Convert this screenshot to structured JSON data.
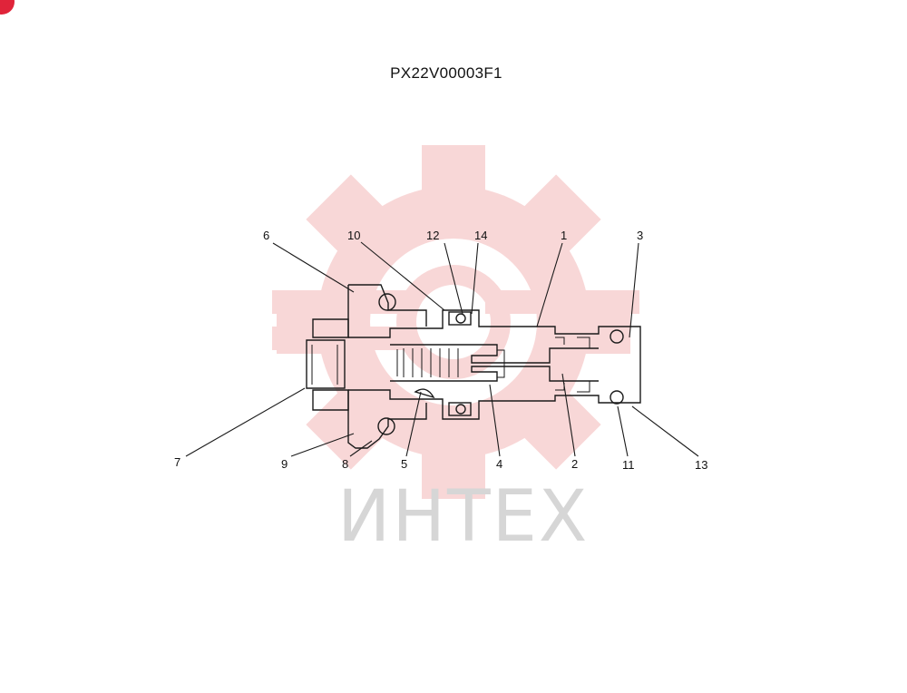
{
  "drawing": {
    "code": "PX22V00003F1",
    "watermark_text": "ИНТЕХ",
    "watermark_color": "#f3b7b7",
    "badge_color": "#e0243a",
    "callouts": [
      "6",
      "10",
      "12",
      "14",
      "1",
      "3",
      "7",
      "9",
      "8",
      "5",
      "4",
      "2",
      "11",
      "13"
    ]
  }
}
